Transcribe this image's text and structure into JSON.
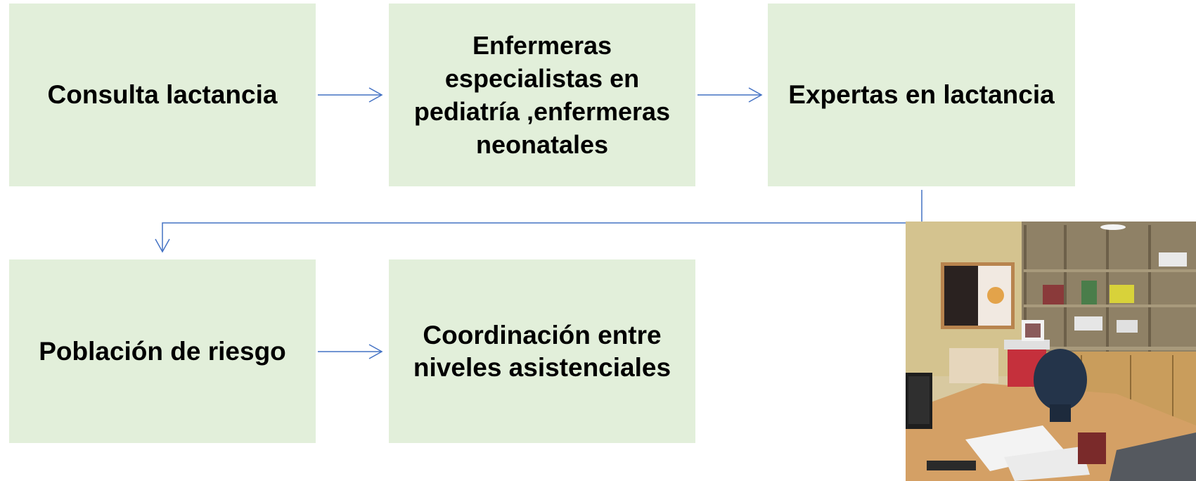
{
  "boxes": [
    {
      "id": "b1",
      "label": "Consulta lactancia"
    },
    {
      "id": "b2",
      "label": "Enfermeras especialistas en pediatría ,enfermeras neonatales"
    },
    {
      "id": "b3",
      "label": "Expertas en lactancia"
    },
    {
      "id": "b4",
      "label": "Población de riesgo"
    },
    {
      "id": "b5",
      "label": "Coordinación entre niveles asistenciales"
    }
  ],
  "colors": {
    "box_fill": "#e2efda",
    "connector": "#4472c4"
  },
  "photo": {
    "subject": "office-room-photo"
  }
}
